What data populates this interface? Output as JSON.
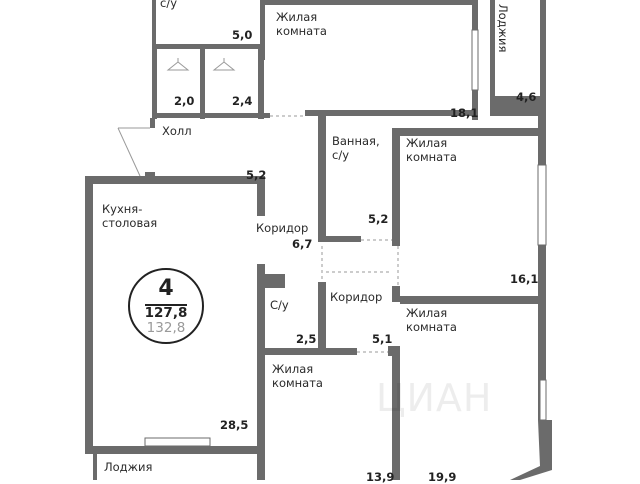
{
  "colors": {
    "wall": "#6b6b6b",
    "text": "#2a2a2a",
    "muted": "#9a9a9a"
  },
  "badge": {
    "rooms": "4",
    "total_area": "127,8",
    "alt_area": "132,8"
  },
  "rooms": {
    "top_bath_label": "с/у",
    "top_bath_area": "5,0",
    "top_living_label": "Жилая\nкомната",
    "top_living_area": "18,1",
    "closet1_area": "2,0",
    "closet2_area": "2,4",
    "hall_label": "Холл",
    "hall_area": "5,2",
    "loggia_top_label": "Лоджия",
    "loggia_top_area": "4,6",
    "bath_label": "Ванная,\nс/у",
    "bath_area": "5,2",
    "right_living_label": "Жилая\nкомната",
    "right_living_area": "16,1",
    "kitchen_label": "Кухня-\nстоловая",
    "kitchen_area": "28,5",
    "corridor1_label": "Коридор",
    "corridor1_area": "6,7",
    "corridor2_label": "Коридор",
    "corridor2_area": "5,1",
    "wc_label": "С/у",
    "wc_area": "2,5",
    "bottom_living_label": "Жилая\nкомната",
    "bottom_living_area": "13,9",
    "right_bottom_living_label": "Жилая\nкомната",
    "right_bottom_living_area": "19,9",
    "loggia_bottom_label": "Лоджия"
  },
  "watermark": "ЦИАН"
}
